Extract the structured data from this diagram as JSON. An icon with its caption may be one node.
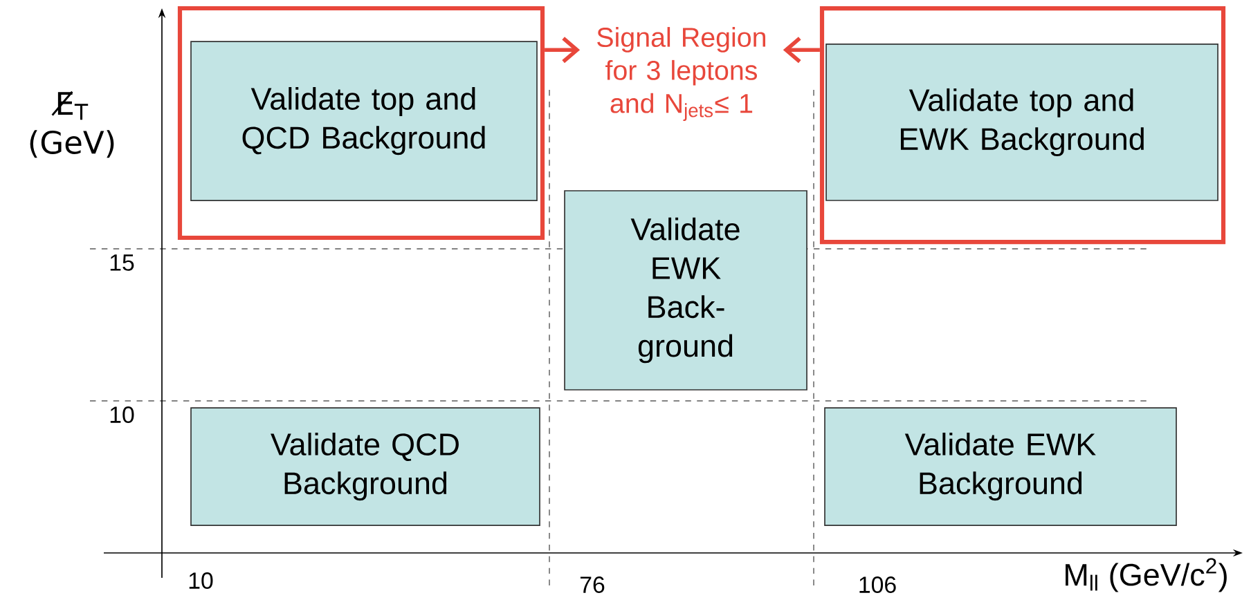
{
  "diagram": {
    "nodes": [
      {
        "text": [],
        "shape": "box"
      },
      {
        "text": [
          "Validate top and QCD Background"
        ],
        "in": 0
      },
      {
        "text": [
          "Signal Region for 3 leptons and N$_{jets}$≤ 1"
        ]
      },
      {
        "text": [],
        "shape": "box"
      },
      {
        "text": [
          "Validate top and EWK Background"
        ],
        "in": 3
      },
      {
        "text": [
          "Validate EWK Back-ground"
        ]
      },
      {
        "text": [
          "Validate QCD Background"
        ]
      },
      {
        "text": [
          "Validate EWK Background"
        ]
      }
    ],
    "edges": [
      {
        "from": 0,
        "to": 2,
        "arrow": "to",
        "color": "#e8473b"
      },
      {
        "from": 3,
        "to": 2,
        "arrow": "to",
        "color": "#e8473b"
      }
    ],
    "labels": [
      "E̸$_{T}$ (GeV)",
      "15",
      "10",
      "10",
      "76",
      "106",
      "M$_{ll}$ (GeV/c$^{2}$)"
    ]
  }
}
